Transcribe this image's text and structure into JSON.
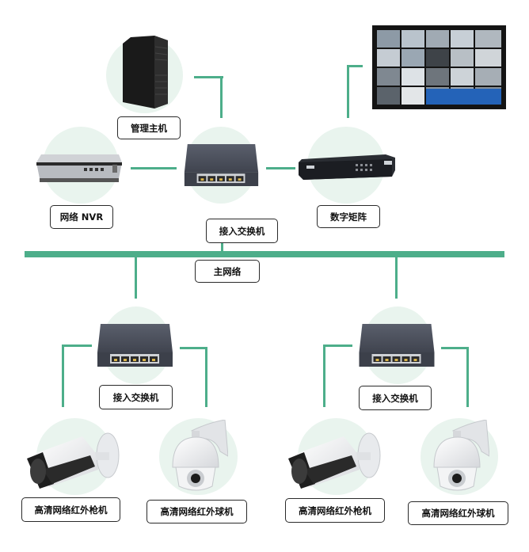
{
  "colors": {
    "line": "#4dae8a",
    "halo": "#e9f4ee",
    "device": "#4a4f5c"
  },
  "top": {
    "server_label": "管理主机",
    "nvr_label": "网络 NVR",
    "matrix_label": "数字矩阵",
    "core_switch_label": "接入交换机"
  },
  "backbone": {
    "label": "主网络"
  },
  "groups": [
    {
      "switch_label": "接入交换机",
      "bullet_label": "高清网络红外枪机",
      "dome_label": "高清网络红外球机"
    },
    {
      "switch_label": "接入交换机",
      "bullet_label": "高清网络红外枪机",
      "dome_label": "高清网络红外球机"
    }
  ],
  "icons": [
    "server-tower-icon",
    "nvr-icon",
    "network-switch-icon",
    "video-matrix-icon",
    "monitor-wall-icon",
    "bullet-camera-icon",
    "dome-camera-icon"
  ]
}
